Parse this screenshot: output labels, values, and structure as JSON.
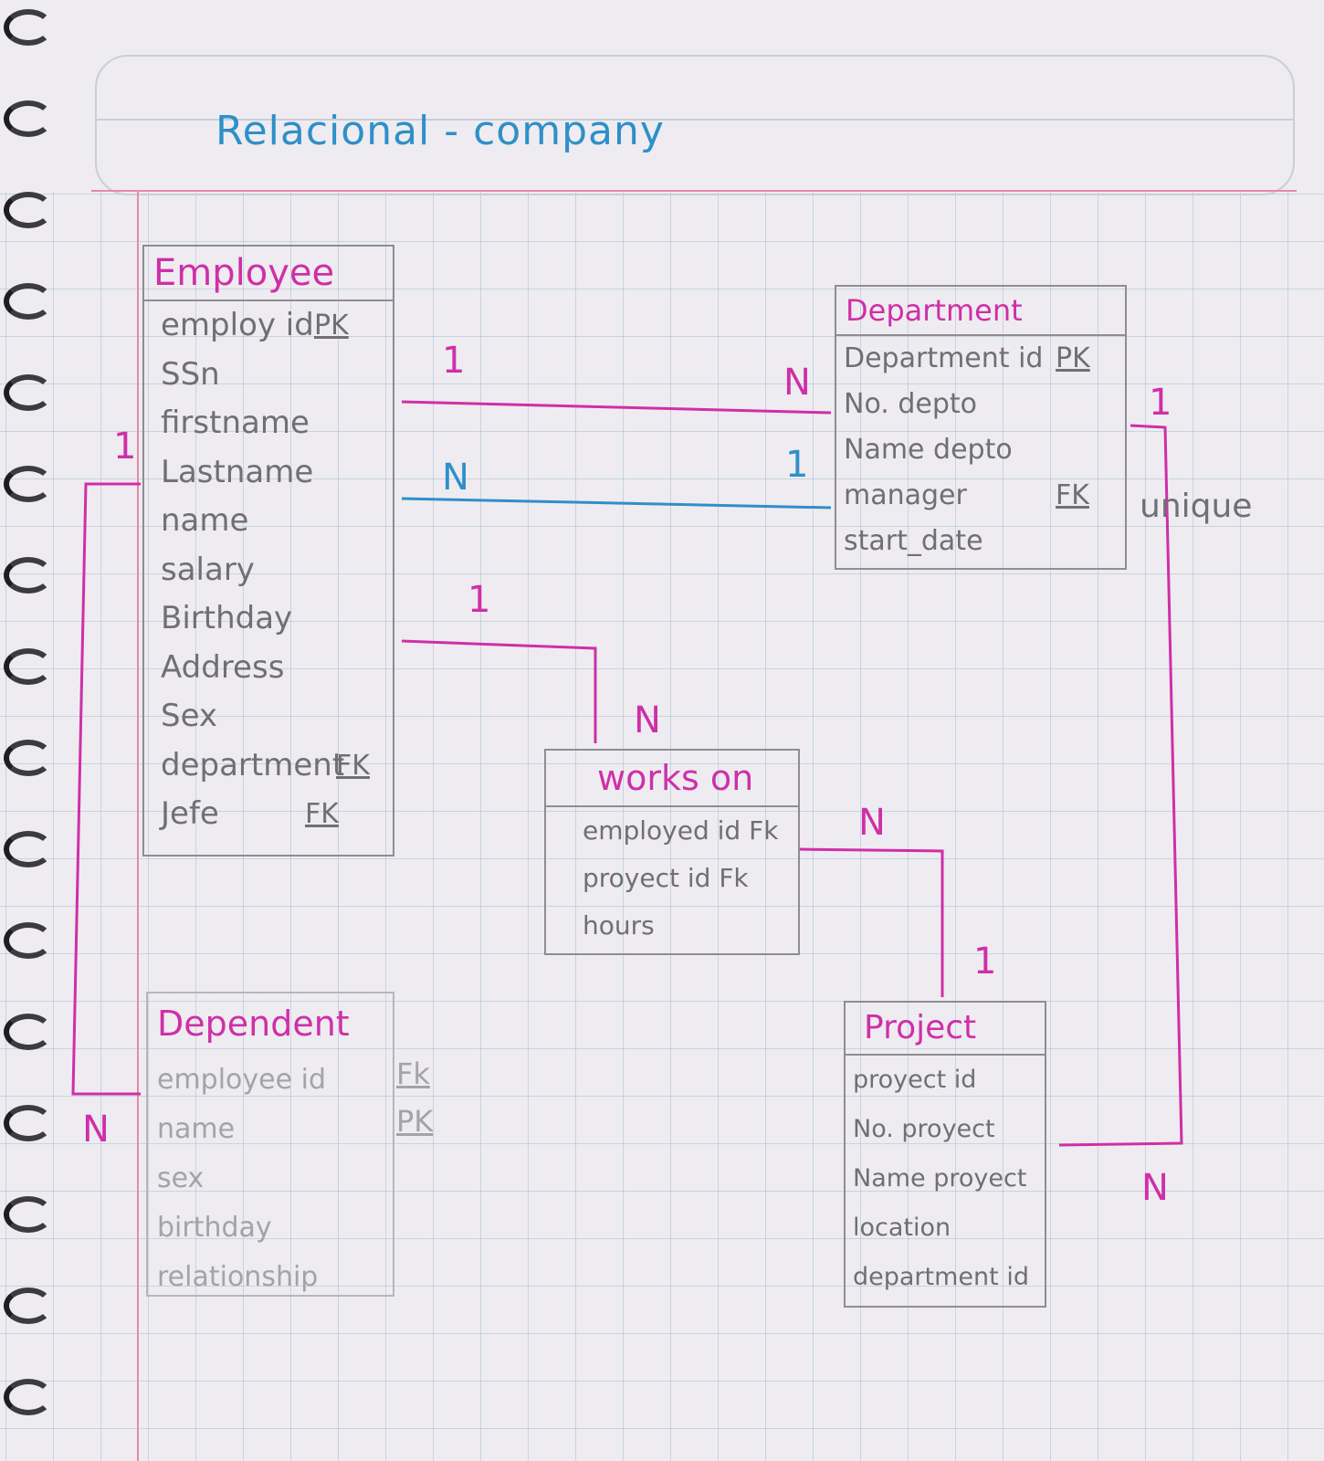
{
  "title": "Relacional - company",
  "entities": {
    "employee": {
      "name": "Employee",
      "attributes": [
        "employ id",
        "SSn",
        "firstname",
        "Lastname",
        "name",
        "salary",
        "Birthday",
        "Address",
        "Sex",
        "department",
        "Jefe"
      ],
      "keys": {
        "employ_id": "PK",
        "department": "FK",
        "jefe": "FK"
      }
    },
    "department": {
      "name": "Department",
      "attributes": [
        "Department id",
        "No. depto",
        "Name depto",
        "manager",
        "start_date"
      ],
      "keys": {
        "department_id": "PK",
        "manager": "FK"
      }
    },
    "works_on": {
      "name": "works on",
      "attributes": [
        "employed id Fk",
        "proyect id Fk",
        "hours"
      ]
    },
    "dependent": {
      "name": "Dependent",
      "attributes": [
        "employee id",
        "name",
        "sex",
        "birthday",
        "relationship"
      ],
      "keys": [
        "Fk",
        "PK"
      ]
    },
    "project": {
      "name": "Project",
      "attributes": [
        "proyect id",
        "No. proyect",
        "Name proyect",
        "location",
        "department id"
      ]
    }
  },
  "relationships": {
    "emp_dept_works": {
      "employee_side": "1",
      "department_side": "N"
    },
    "emp_dept_manages": {
      "employee_side": "N",
      "department_side": "1"
    },
    "emp_workson": {
      "employee_side": "1",
      "workson_side": "N"
    },
    "workson_project": {
      "workson_side": "N",
      "project_side": "1"
    },
    "dept_project": {
      "department_side": "1",
      "project_side": "N",
      "note": "unique"
    },
    "emp_dependent": {
      "employee_side": "1",
      "dependent_side": "N"
    }
  },
  "colors": {
    "pink": "#cf2fa8",
    "blue": "#2f8fc9",
    "pencil": "#8d8d92",
    "grid": "#9ec3da",
    "margin": "#e78aa6"
  }
}
